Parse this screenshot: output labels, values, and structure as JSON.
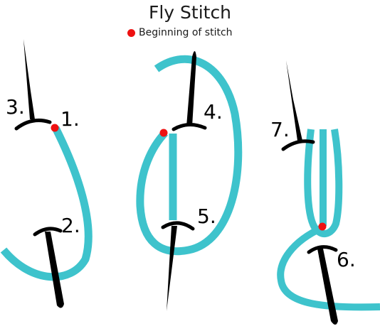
{
  "title": "Fly Stitch",
  "legend": {
    "label": "Beginning of stitch",
    "color": "#ee1111"
  },
  "colors": {
    "thread": "#3ec3cc",
    "needle": "#000000",
    "marker": "#ee1111"
  },
  "steps": [
    "1.",
    "2.",
    "3.",
    "4.",
    "5.",
    "6.",
    "7."
  ]
}
